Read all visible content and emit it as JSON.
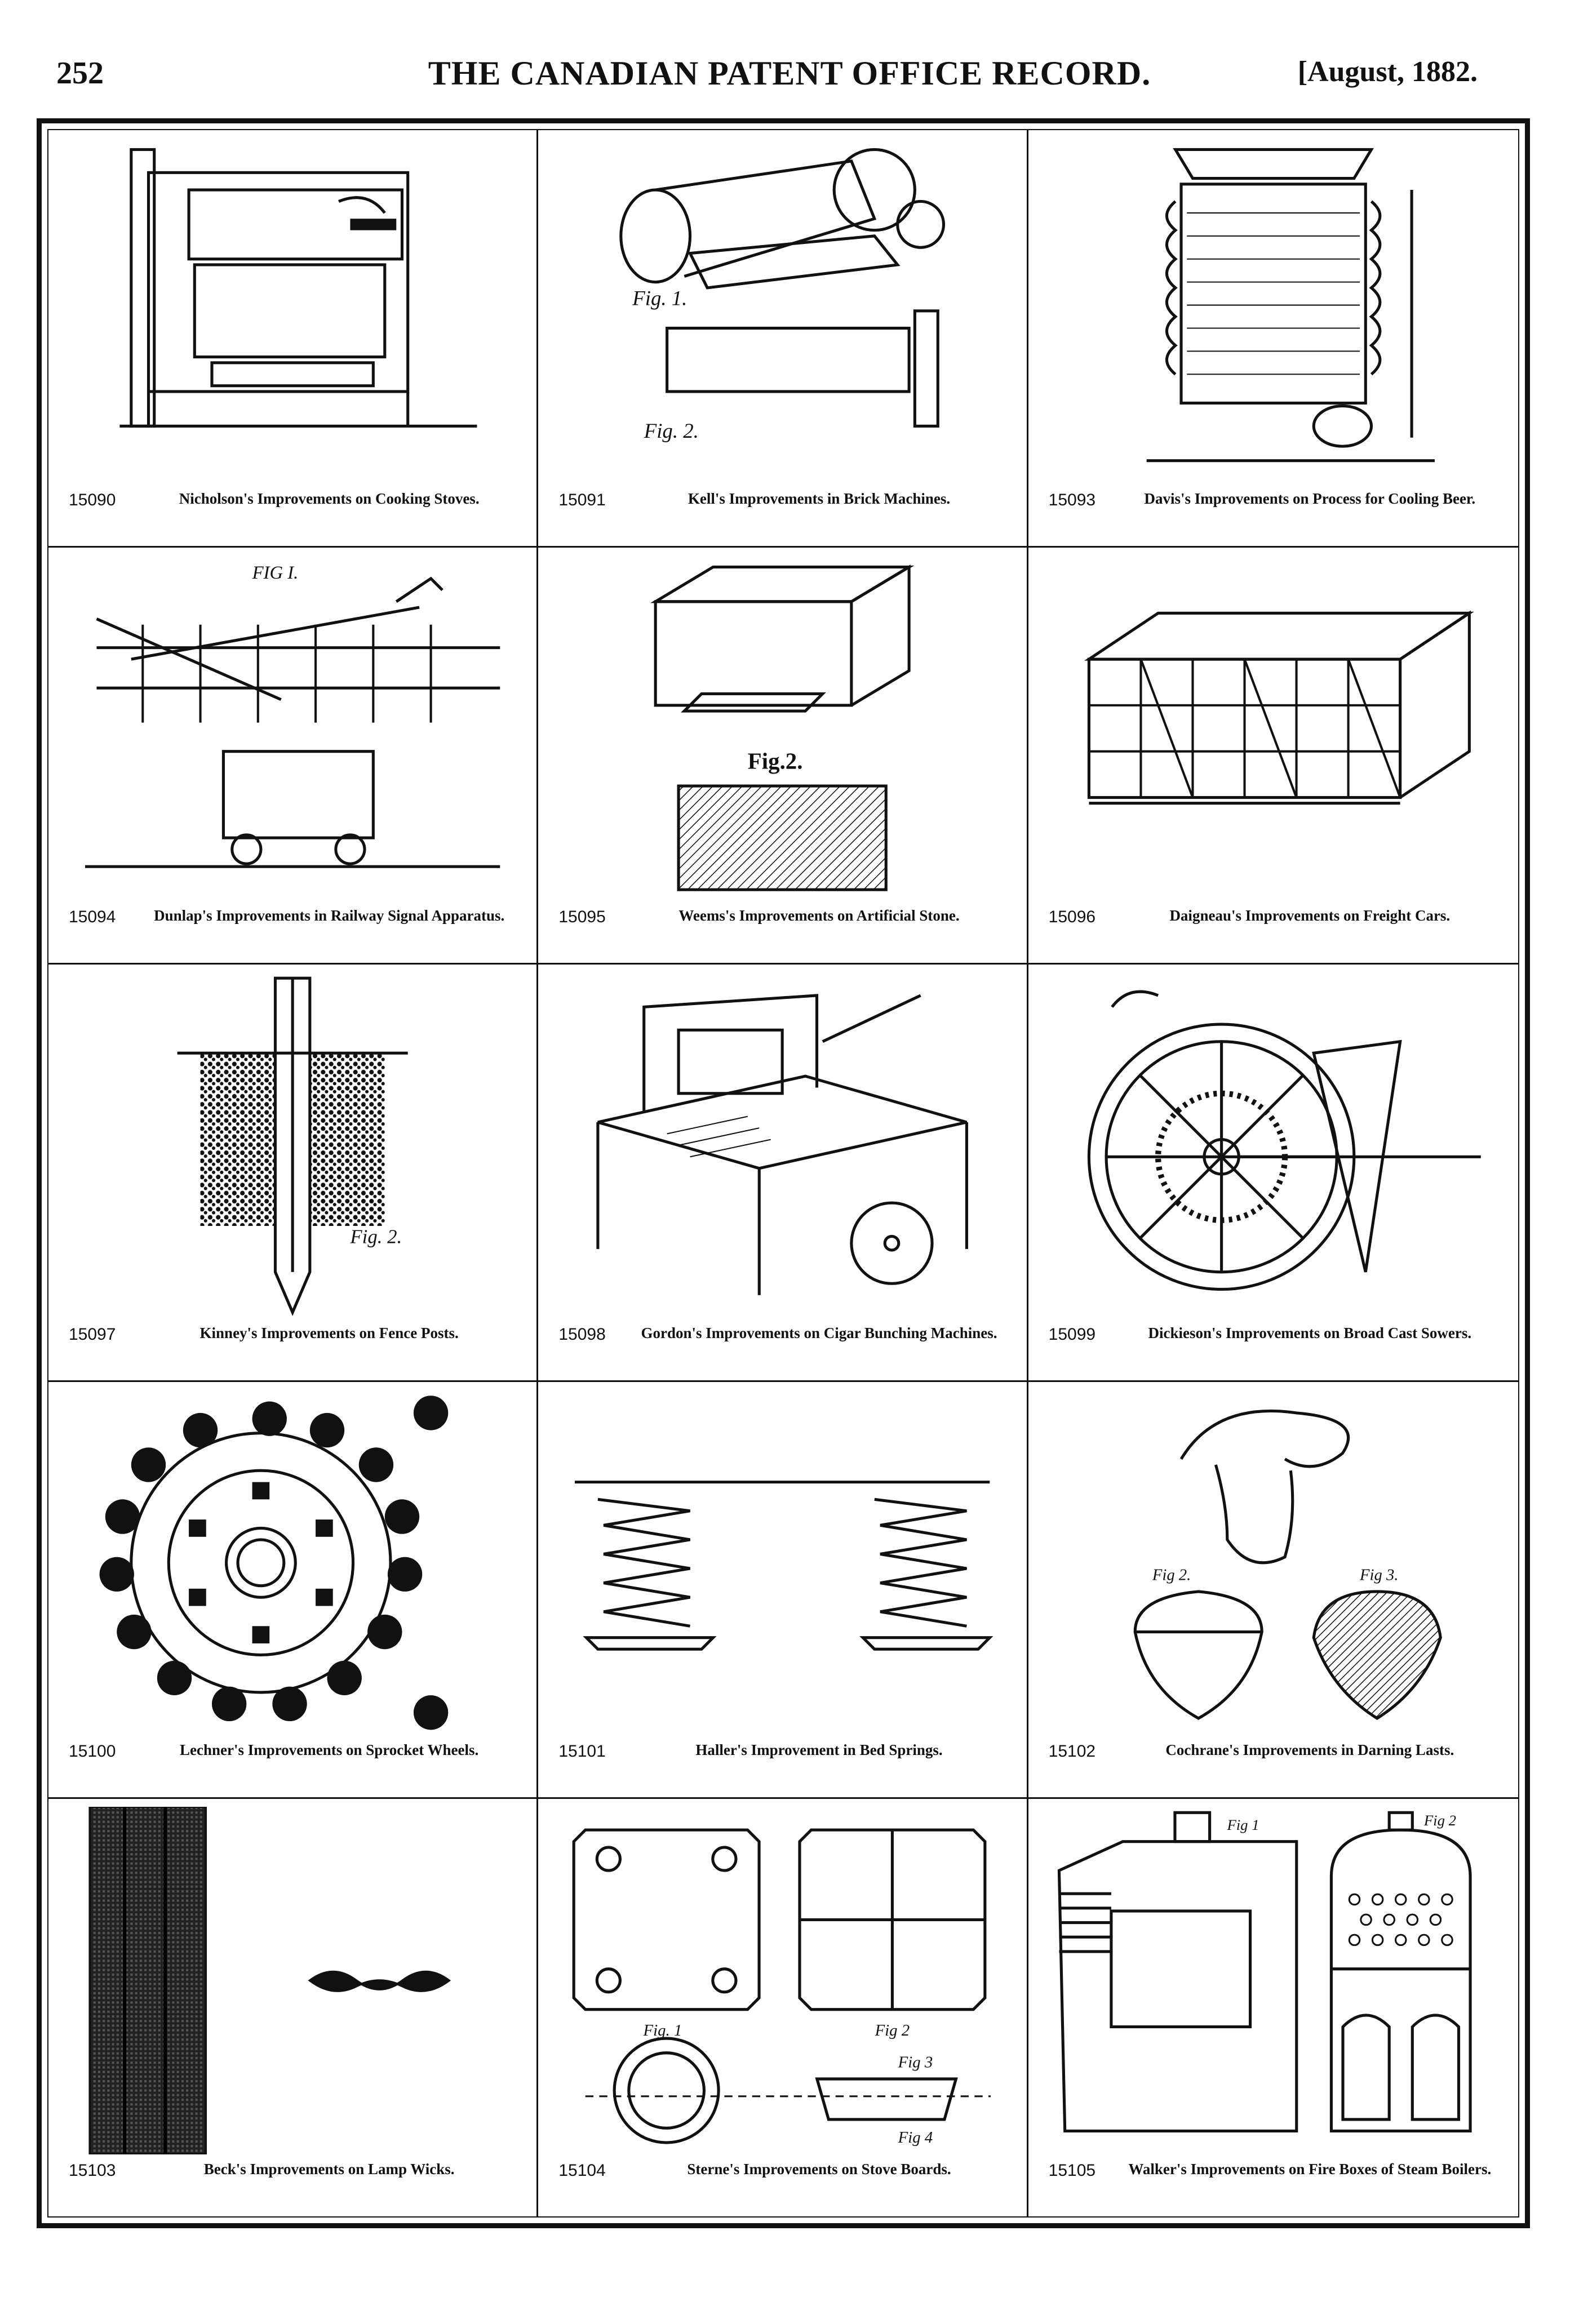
{
  "header": {
    "page_number": "252",
    "title": "THE CANADIAN PATENT OFFICE RECORD.",
    "date": "[August, 1882."
  },
  "patents": [
    {
      "number": "15090",
      "caption": "Nicholson's Improvements on Cooking Stoves."
    },
    {
      "number": "15091",
      "caption": "Kell's Improvements in Brick Machines."
    },
    {
      "number": "15093",
      "caption": "Davis's Improvements on Process for Cooling Beer."
    },
    {
      "number": "15094",
      "caption": "Dunlap's Improvements in Railway Signal Apparatus."
    },
    {
      "number": "15095",
      "caption": "Weems's Improvements on Artificial Stone."
    },
    {
      "number": "15096",
      "caption": "Daigneau's Improvements on Freight Cars."
    },
    {
      "number": "15097",
      "caption": "Kinney's Improvements on Fence Posts."
    },
    {
      "number": "15098",
      "caption": "Gordon's Improvements on Cigar Bunching Machines."
    },
    {
      "number": "15099",
      "caption": "Dickieson's Improvements on Broad Cast Sowers."
    },
    {
      "number": "15100",
      "caption": "Lechner's Improvements on Sprocket Wheels."
    },
    {
      "number": "15101",
      "caption": "Haller's Improvement in Bed Springs."
    },
    {
      "number": "15102",
      "caption": "Cochrane's Improvements in Darning Lasts."
    },
    {
      "number": "15103",
      "caption": "Beck's Improvements on Lamp Wicks."
    },
    {
      "number": "15104",
      "caption": "Sterne's Improvements on Stove Boards."
    },
    {
      "number": "15105",
      "caption": "Walker's Improvements on Fire Boxes of Steam Boilers."
    }
  ],
  "figure_labels": {
    "kells_fig1": "Fig. 1.",
    "kells_fig2": "Fig. 2.",
    "dunlap_fig1": "FIG I.",
    "weems_fig2": "Fig.2.",
    "kinney_fig2": "Fig. 2.",
    "cochrane_fig2": "Fig 2.",
    "cochrane_fig3": "Fig 3.",
    "sterne_fig1": "Fig. 1",
    "sterne_fig2": "Fig 2",
    "sterne_fig3": "Fig 3",
    "sterne_fig4": "Fig 4",
    "walker_fig1": "Fig 1",
    "walker_fig2": "Fig 2"
  }
}
